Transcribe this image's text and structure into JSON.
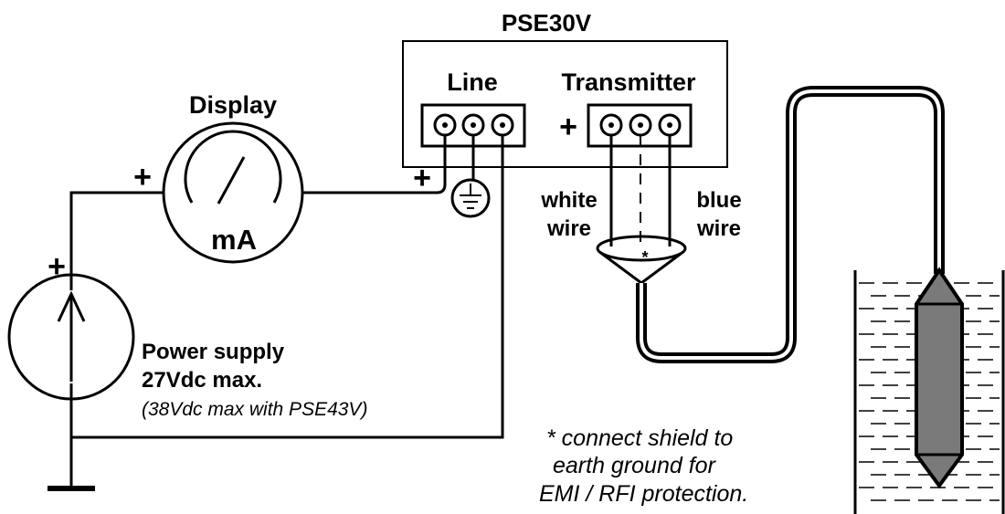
{
  "module": {
    "title": "PSE30V"
  },
  "line_block": {
    "label": "Line",
    "plus_sign": "+"
  },
  "transmitter_block": {
    "label": "Transmitter",
    "plus_sign": "+"
  },
  "display": {
    "title": "Display",
    "unit": "mA",
    "plus_sign": "+"
  },
  "power_supply": {
    "title": "Power supply",
    "rating": "27Vdc max.",
    "note": "(38Vdc max with PSE43V)",
    "plus_sign": "+"
  },
  "wires": {
    "white_line1": "white",
    "white_line2": "wire",
    "blue_line1": "blue",
    "blue_line2": "wire",
    "shield_marker": "*"
  },
  "note": {
    "line1": "* connect shield to",
    "line2": "earth ground for",
    "line3": "EMI / RFI protection."
  },
  "icons": {
    "ground": "ground-icon",
    "earth": "earth-ground-icon",
    "meter": "meter-icon",
    "current_source": "current-source-icon",
    "probe": "level-probe-icon"
  }
}
